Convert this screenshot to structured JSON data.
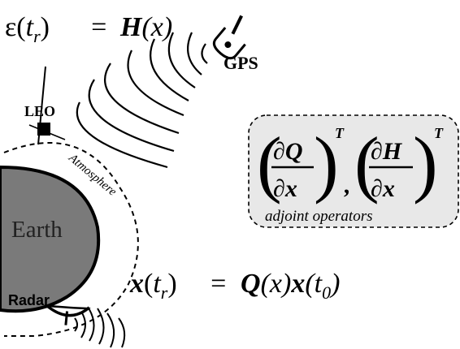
{
  "equation_top": {
    "epsilon": "ε",
    "lparen": "(",
    "t": "t",
    "sub_r": "r",
    "rparen": ")",
    "equals": "=",
    "H": "H",
    "arg": "(x)"
  },
  "equation_bottom": {
    "x": "x",
    "lparen": "(",
    "t": "t",
    "sub_r": "r",
    "rparen": ")",
    "equals": "=",
    "Q": "Q",
    "arg": "(x)",
    "x2": "x",
    "t0_open": "(t",
    "sub_0": "0",
    "t0_close": ")"
  },
  "adjoint": {
    "partial": "∂",
    "Q": "Q",
    "H": "H",
    "x": "x",
    "T": "T",
    "comma": ",",
    "caption": "adjoint operators",
    "box_fill": "#e8e8e8"
  },
  "labels": {
    "gps": "GPS",
    "leo": "LEO",
    "earth": "Earth",
    "atmosphere": "Atmosphere",
    "radar": "Radar"
  },
  "colors": {
    "earth_fill": "#7a7a7a",
    "ink": "#000000"
  },
  "icons": {
    "gps": "satellite-icon",
    "leo": "satellite-icon",
    "radar": "radar-dish-icon"
  }
}
